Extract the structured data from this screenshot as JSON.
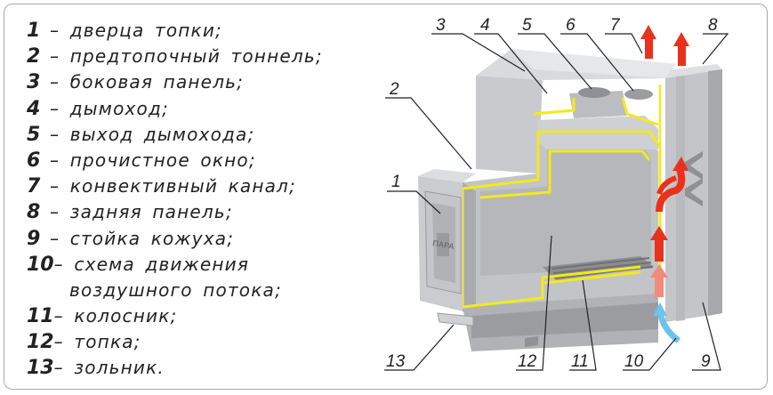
{
  "legend": [
    {
      "num": "1",
      "text": "– дверца  топки;"
    },
    {
      "num": "2",
      "text": "– предтопочный  тоннель;"
    },
    {
      "num": "3",
      "text": "– боковая  панель;"
    },
    {
      "num": "4",
      "text": "– дымоход;"
    },
    {
      "num": "5",
      "text": "– выход  дымохода;"
    },
    {
      "num": "6",
      "text": "– прочистное  окно;"
    },
    {
      "num": "7",
      "text": "– конвективный  канал;"
    },
    {
      "num": "8",
      "text": "– задняя  панель;"
    },
    {
      "num": "9",
      "text": "– стойка  кожуха;"
    },
    {
      "num": "10",
      "text": "– схема  движения"
    },
    {
      "num": "",
      "text": "воздушного  потока;"
    },
    {
      "num": "11",
      "text": "– колосник;"
    },
    {
      "num": "12",
      "text": "– топка;"
    },
    {
      "num": "13",
      "text": "– зольник."
    }
  ],
  "callouts": {
    "c1": "1",
    "c2": "2",
    "c3": "3",
    "c4": "4",
    "c5": "5",
    "c6": "6",
    "c7": "7",
    "c8": "8",
    "c9": "9",
    "c10": "10",
    "c11": "11",
    "c12": "12",
    "c13": "13"
  },
  "door_logo": "ПАРА",
  "colors": {
    "steel_light": "#d3d4d6",
    "steel_mid": "#bfc0c3",
    "steel_dark": "#9fa1a4",
    "highlight_yellow": "#f2ea1c",
    "hot_air_red": "#e8321e",
    "cold_air_blue": "#6cc4ec"
  }
}
